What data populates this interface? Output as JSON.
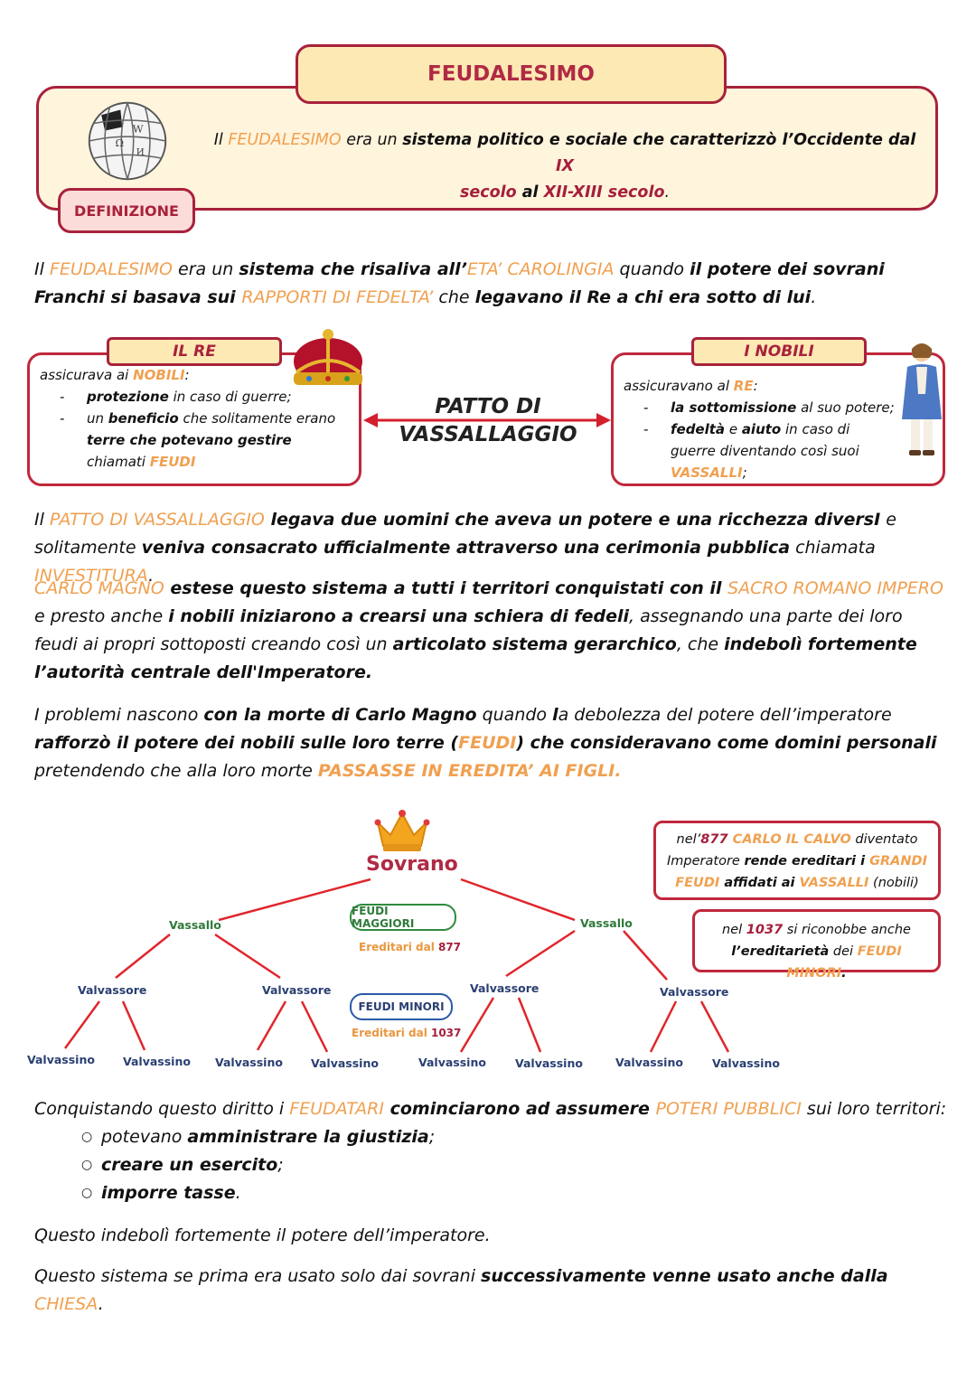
{
  "header": {
    "title": "FEUDALESIMO",
    "tag": "DEFINIZIONE"
  },
  "definition": {
    "p1": "Il ",
    "p2": "FEUDALESIMO",
    "p3": " era un ",
    "p4": "sistema politico e sociale che caratterizzò l’Occidente dal",
    "p5": " IX",
    "p6": "secolo",
    "p7": " al ",
    "p8": "XII-XIII secolo",
    "p9": "."
  },
  "intro": {
    "p1": "Il ",
    "p2": "FEUDALESIMO",
    "p3": " era un ",
    "p4": "sistema che risaliva all’",
    "p5": "ETA’ CAROLINGIA",
    "p6": " quando ",
    "p7": "il potere dei sovrani Franchi si basava sui ",
    "p8": "RAPPORTI DI FEDELTA’",
    "p9": " che ",
    "p10": "legavano il Re a chi era sotto di lui",
    "p11": "."
  },
  "re": {
    "title": "IL RE",
    "lead1": "assicurava ai ",
    "lead2": "NOBILI",
    "lead3": ":",
    "b1a": "protezione",
    "b1b": " in caso di guerre;",
    "b2a": "un ",
    "b2b": "beneficio",
    "b2c": " che solitamente erano ",
    "b2d": "terre che potevano gestire",
    "b2e": " chiamati ",
    "b2f": "FEUDI"
  },
  "patto": {
    "line1": "PATTO DI",
    "line2": "VASSALLAGGIO"
  },
  "nobili": {
    "title": "I NOBILI",
    "lead1": "assicuravano al ",
    "lead2": "RE",
    "lead3": ":",
    "b1a": "la sottomissione",
    "b1b": " al suo potere;",
    "b2a": "fedeltà",
    "b2b": " e ",
    "b2c": "aiuto",
    "b2d": " in caso di guerre diventando così suoi ",
    "b2e": "VASSALLI",
    "b2f": ";"
  },
  "para_patto": {
    "p1": "Il ",
    "p2": "PATTO DI VASSALLAGGIO",
    "p3": " legava due uomini che aveva un potere e una ricchezza diversI",
    "p4": " e solitamente ",
    "p5": "veniva consacrato ufficialmente attraverso una cerimonia pubblica",
    "p6": " chiamata ",
    "p7": "INVESTITURA",
    "p8": "."
  },
  "para_carlo": {
    "p1": "CARLO MAGNO",
    "p2": " estese questo sistema a tutti i territori conquistati con il ",
    "p3": "SACRO ROMANO IMPERO",
    "p4": " e presto  anche ",
    "p5": "i nobili iniziarono a crearsi una schiera di fedeli",
    "p6": ", assegnando una parte dei loro feudi ai propri sottoposti creando così un ",
    "p7": "articolato sistema gerarchico",
    "p8": ", che ",
    "p9": "indebolì fortemente l’autorità centrale dell'Imperatore."
  },
  "para_problemi": {
    "p1": "I problemi nascono ",
    "p2": "con la morte di Carlo Magno",
    "p3": " quando ",
    "p4": "l",
    "p5": "a debolezza del potere dell’imperatore ",
    "p6": "rafforzò il potere dei nobili sulle loro terre (",
    "p7": "FEUDI",
    "p8": ") che consideravano come domini personali",
    "p9": " pretendendo che alla loro morte ",
    "p10": "PASSASSE IN EREDITA’ AI FIGLI."
  },
  "tree": {
    "root": "Sovrano",
    "vassallo": "Vassallo",
    "valvassore": "Valvassore",
    "valvassino": "Valvassino",
    "maggiori": "FEUDI MAGGIORI",
    "maggiori_her1": "Ereditari dal ",
    "maggiori_her2": "877",
    "minori": "FEUDI MINORI",
    "minori_her1": "Ereditari dal ",
    "minori_her2": "1037"
  },
  "note877": {
    "p1": "nel’",
    "p2": "877",
    "p3": " CARLO IL CALVO",
    "p4": " diventato Imperatore ",
    "p5": "rende ereditari i ",
    "p6": "GRANDI FEUDI",
    "p7": " affidati ai ",
    "p8": "VASSALLI",
    "p9": " (nobili)"
  },
  "note1037": {
    "p1": "nel ",
    "p2": "1037",
    "p3": " si riconobbe anche ",
    "p4": "l’ereditarietà",
    "p5": " dei ",
    "p6": "FEUDI MINORI",
    "p7": "."
  },
  "conquista": {
    "p1": "Conquistando questo diritto i ",
    "p2": "FEUDATARI",
    "p3": " cominciarono ad assumere ",
    "p4": "POTERI PUBBLICI",
    "p5": " sui loro territori:",
    "i1a": "potevano ",
    "i1b": "amministrare la giustizia",
    "i1c": ";",
    "i2a": "creare un esercito",
    "i2b": ";",
    "i3a": "imporre tasse",
    "i3b": "."
  },
  "closing1": "Questo indebolì fortemente il potere dell’imperatore.",
  "closing2": {
    "p1": "Questo sistema se prima era usato solo dai sovrani ",
    "p2": "successivamente venne usato anche dalla ",
    "p3": "CHIESA",
    "p4": "."
  },
  "icons": {
    "globe": "wikipedia-globe-icon",
    "crown": "royal-crown-icon",
    "noble": "noble-figure-icon",
    "small_crown": "gold-crown-icon"
  },
  "colors": {
    "accent": "#f0a050",
    "frame": "#a8223c",
    "highlight_red": "#a51f3c"
  }
}
